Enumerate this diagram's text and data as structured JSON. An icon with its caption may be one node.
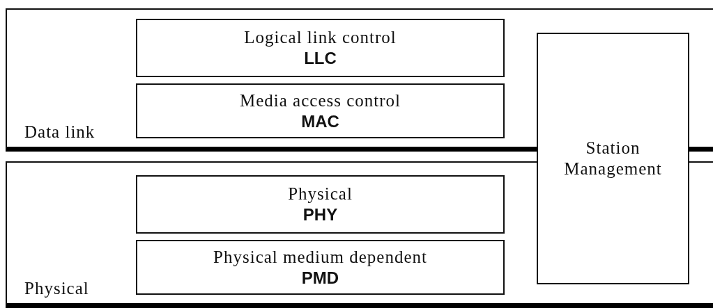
{
  "diagram": {
    "nodes": [
      {
        "text": [
          "Data link"
        ]
      },
      {
        "text": [
          "Logical link control",
          "LLC"
        ],
        "in": 0
      },
      {
        "text": [
          "Media access control",
          "MAC"
        ],
        "in": 0
      },
      {
        "text": [
          "Station Management"
        ]
      },
      {
        "text": [
          "Physical"
        ]
      },
      {
        "text": [
          "Physical",
          "PHY"
        ],
        "in": 4
      },
      {
        "text": [
          "Physical medium dependent",
          "PMD"
        ],
        "in": 4
      }
    ],
    "edges": []
  }
}
